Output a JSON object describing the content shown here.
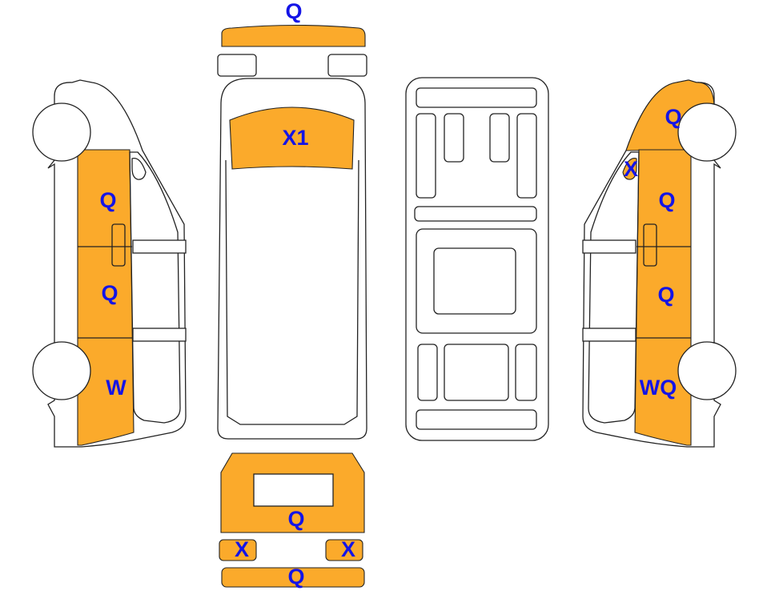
{
  "colors": {
    "damage_fill": "#FBAA2B",
    "label": "#1414E6",
    "outline": "#222222"
  },
  "views": {
    "left_side": {
      "labels": [
        "Q",
        "Q",
        "W"
      ]
    },
    "front": {
      "bumper_label": "Q",
      "windshield_label": "X1"
    },
    "underside": {},
    "right_side": {
      "labels": [
        "Q",
        "X",
        "Q",
        "Q",
        "WQ"
      ]
    },
    "rear": {
      "door_label": "Q",
      "left_light_label": "X",
      "right_light_label": "X",
      "bumper_label": "Q"
    }
  }
}
